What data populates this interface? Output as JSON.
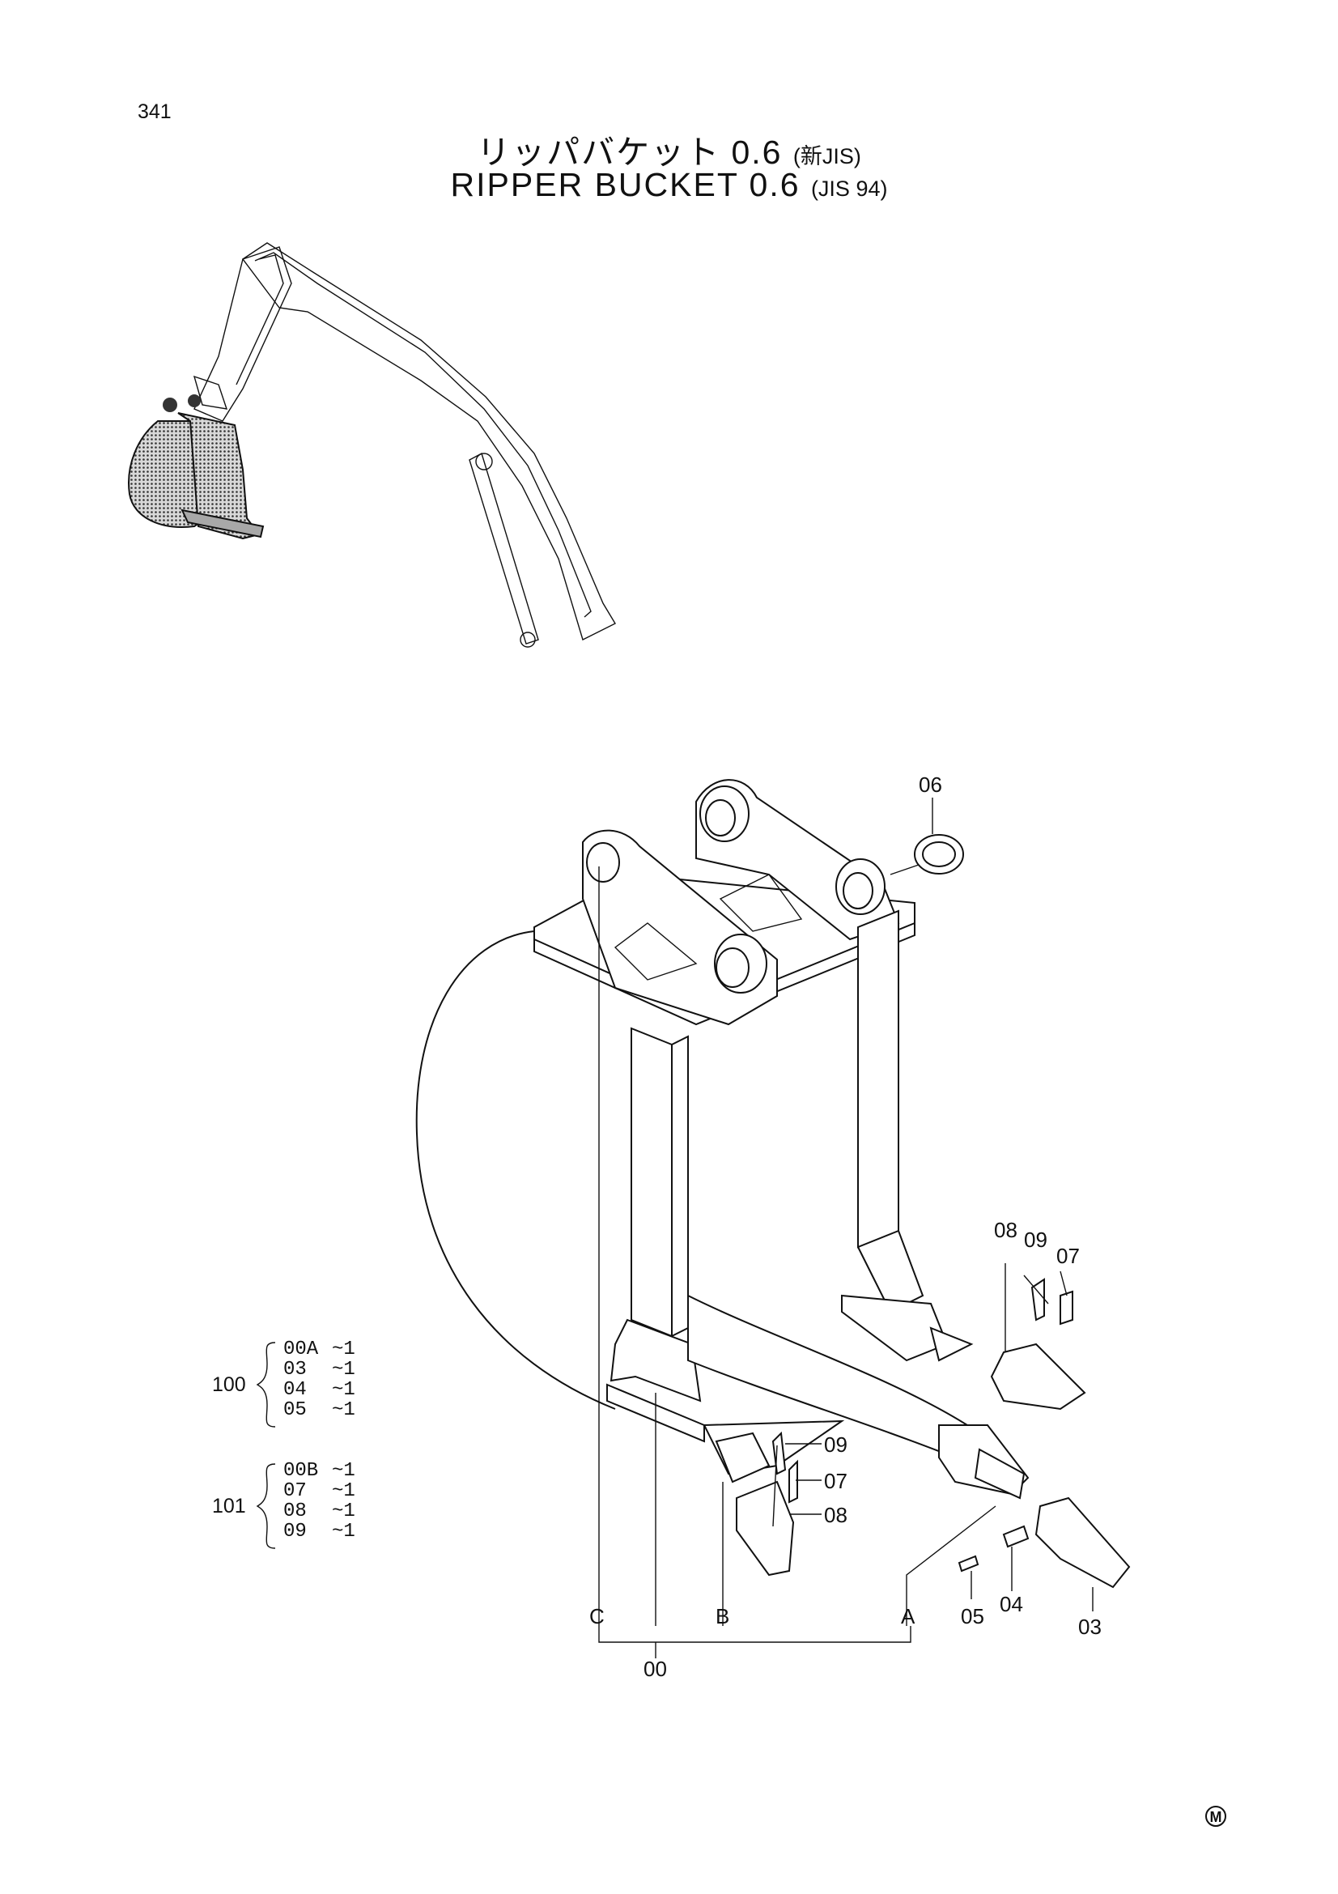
{
  "page_number": "341",
  "title": {
    "jp_main": "リッパバケット 0.6",
    "jp_suffix": "(新JIS)",
    "en_main": "RIPPER BUCKET 0.6",
    "en_suffix": "(JIS 94)"
  },
  "callouts": {
    "c06": "06",
    "c08_right": "08",
    "c09_right": "09",
    "c07_right": "07",
    "c09_left": "09",
    "c07_left": "07",
    "c08_left": "08",
    "c05": "05",
    "c04": "04",
    "c03": "03",
    "cA": "A",
    "cB": "B",
    "cC": "C",
    "c00": "00"
  },
  "kits": [
    {
      "number": "100",
      "items": [
        {
          "part": "00A",
          "qty": "~1"
        },
        {
          "part": "03",
          "qty": "~1"
        },
        {
          "part": "04",
          "qty": "~1"
        },
        {
          "part": "05",
          "qty": "~1"
        }
      ]
    },
    {
      "number": "101",
      "items": [
        {
          "part": "00B",
          "qty": "~1"
        },
        {
          "part": "07",
          "qty": "~1"
        },
        {
          "part": "08",
          "qty": "~1"
        },
        {
          "part": "09",
          "qty": "~1"
        }
      ]
    }
  ],
  "mark": "M"
}
